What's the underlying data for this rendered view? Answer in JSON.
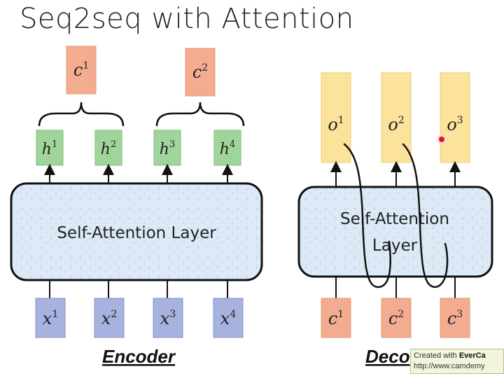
{
  "title": "Seq2seq with Attention",
  "encoder": {
    "caption": "Encoder",
    "layer_label": "Self-Attention Layer",
    "inputs": [
      {
        "base": "x",
        "sup": "1"
      },
      {
        "base": "x",
        "sup": "2"
      },
      {
        "base": "x",
        "sup": "3"
      },
      {
        "base": "x",
        "sup": "4"
      }
    ],
    "hidden": [
      {
        "base": "h",
        "sup": "1"
      },
      {
        "base": "h",
        "sup": "2"
      },
      {
        "base": "h",
        "sup": "3"
      },
      {
        "base": "h",
        "sup": "4"
      }
    ],
    "contexts": [
      {
        "base": "c",
        "sup": "1"
      },
      {
        "base": "c",
        "sup": "2"
      }
    ]
  },
  "decoder": {
    "caption": "Deco",
    "layer_label_line1": "Self-Attention",
    "layer_label_line2": "Layer",
    "inputs": [
      {
        "base": "c",
        "sup": "1"
      },
      {
        "base": "c",
        "sup": "2"
      },
      {
        "base": "c",
        "sup": "3"
      }
    ],
    "outputs": [
      {
        "base": "o",
        "sup": "1"
      },
      {
        "base": "o",
        "sup": "2"
      },
      {
        "base": "o",
        "sup": "3"
      }
    ]
  },
  "watermark": {
    "line1_prefix": "Created with ",
    "line1_brand": "EverCa",
    "line2": "http://www.camdemy"
  },
  "colors": {
    "x_fill": "#a7b2de",
    "h_fill": "#9fd59a",
    "c_fill": "#f4ac90",
    "o_fill": "#fbe39c",
    "layer_fill": "#dce9f6",
    "pointer": "#e01b1b"
  }
}
